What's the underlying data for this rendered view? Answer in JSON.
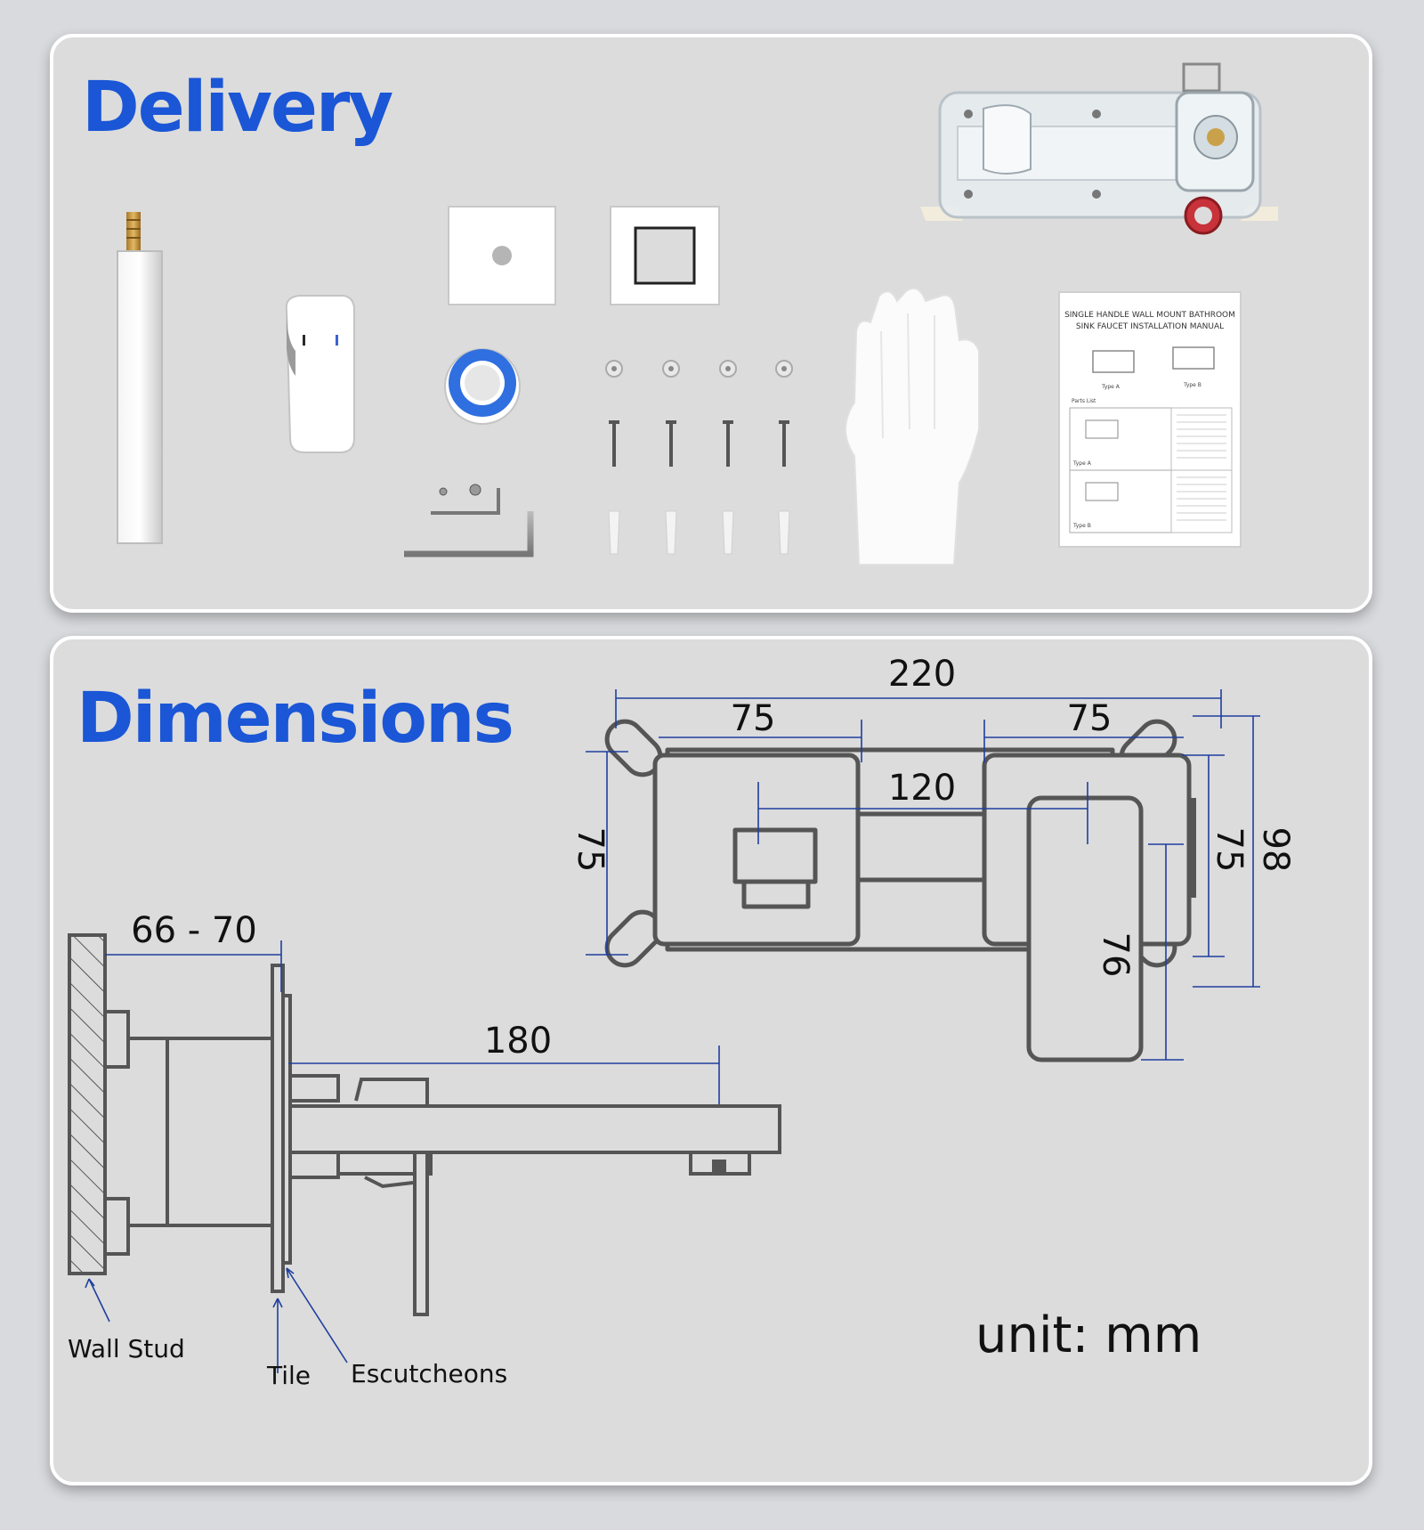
{
  "delivery": {
    "title": "Delivery",
    "manual": {
      "title_line1": "SINGLE HANDLE WALL MOUNT BATHROOM",
      "title_line2": "SINK FAUCET INSTALLATION MANUAL",
      "type_a": "Type A",
      "type_b": "Type B",
      "parts_list": "Parts List"
    }
  },
  "dimensions": {
    "title": "Dimensions",
    "top_view": {
      "overall_width": "220",
      "left_section": "75",
      "right_section": "75",
      "center_spacing": "120",
      "left_height": "75",
      "right_height": "75",
      "bracket_height": "98",
      "handle_height": "76"
    },
    "side_view": {
      "wall_depth": "66 - 70",
      "spout_length": "180",
      "label_wall_stud": "Wall Stud",
      "label_tile": "Tile",
      "label_escutcheons": "Escutcheons"
    },
    "unit": "unit: mm"
  },
  "colors": {
    "title_blue": "#1a56d6",
    "dimension_line": "#1f3f9e",
    "drawing_stroke": "#555555"
  }
}
